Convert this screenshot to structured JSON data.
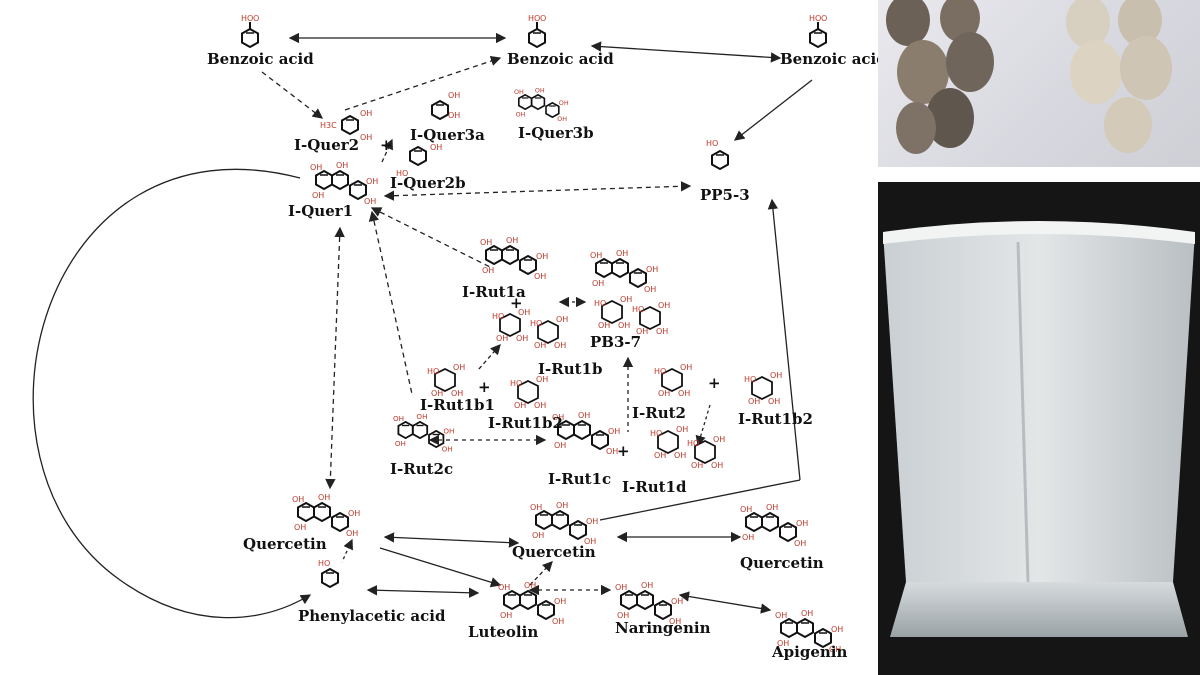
{
  "labels": {
    "benzoic_1": "Benzoic acid",
    "benzoic_2": "Benzoic acid",
    "benzoic_3": "Benzoic acid",
    "iquer2": "I-Quer2",
    "iquer3a": "I-Quer3a",
    "iquer3b": "I-Quer3b",
    "iquer2b": "I-Quer2b",
    "iquer1": "I-Quer1",
    "pp53": "PP5-3",
    "irut1a": "I-Rut1a",
    "pb37": "PB3-7",
    "irut1b": "I-Rut1b",
    "irut1b1": "I-Rut1b1",
    "irut1b2_a": "I-Rut1b2",
    "irut2": "I-Rut2",
    "irut1b2_b": "I-Rut1b2",
    "irut2c": "I-Rut2c",
    "irut1c": "I-Rut1c",
    "irut1d": "I-Rut1d",
    "quercetin_1": "Quercetin",
    "quercetin_2": "Quercetin",
    "quercetin_3": "Quercetin",
    "phenylacetic": "Phenylacetic acid",
    "luteolin": "Luteolin",
    "naringenin": "Naringenin",
    "apigenin": "Apigenin"
  },
  "plus_sign": "+",
  "colors": {
    "bond": "#111111",
    "hydroxyl": "#c0392b",
    "arrow": "#222222"
  },
  "photos": {
    "seeds": "seeds-photo",
    "milk": "milk-glass-photo"
  }
}
